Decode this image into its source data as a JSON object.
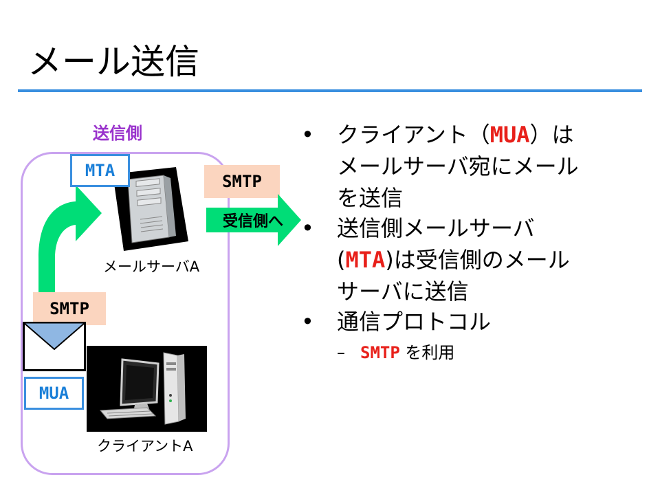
{
  "slide": {
    "title": "メール送信"
  },
  "diagram": {
    "sender_side_label": "送信側",
    "mta_label": "MTA",
    "mua_label": "MUA",
    "smtp_upper": "SMTP",
    "smtp_lower": "SMTP",
    "to_receiver": "受信側へ",
    "server_caption": "メールサーバA",
    "client_caption": "クライアントA"
  },
  "bullets": [
    {
      "marker": "•",
      "line1_pre": "クライアント（",
      "line1_code": "MUA",
      "line1_post": "）は",
      "line2": "メールサーバ宛にメール",
      "line3": "を送信"
    },
    {
      "marker": "•",
      "line1": "送信側メールサーバ",
      "line2_pre": "(",
      "line2_code": "MTA",
      "line2_post": ")は受信側のメール",
      "line3": "サーバに送信"
    },
    {
      "marker": "•",
      "line1": "通信プロトコル",
      "sub": {
        "marker": "–",
        "code": "SMTP",
        "post": " を利用"
      }
    }
  ],
  "colors": {
    "accent_blue": "#3a8fdf",
    "arrow_green": "#00dd77",
    "frame_purple": "#c9a3ef",
    "label_purple": "#9932cc",
    "protocol_bg": "#fbd5bf",
    "code_red": "#e8201a"
  }
}
